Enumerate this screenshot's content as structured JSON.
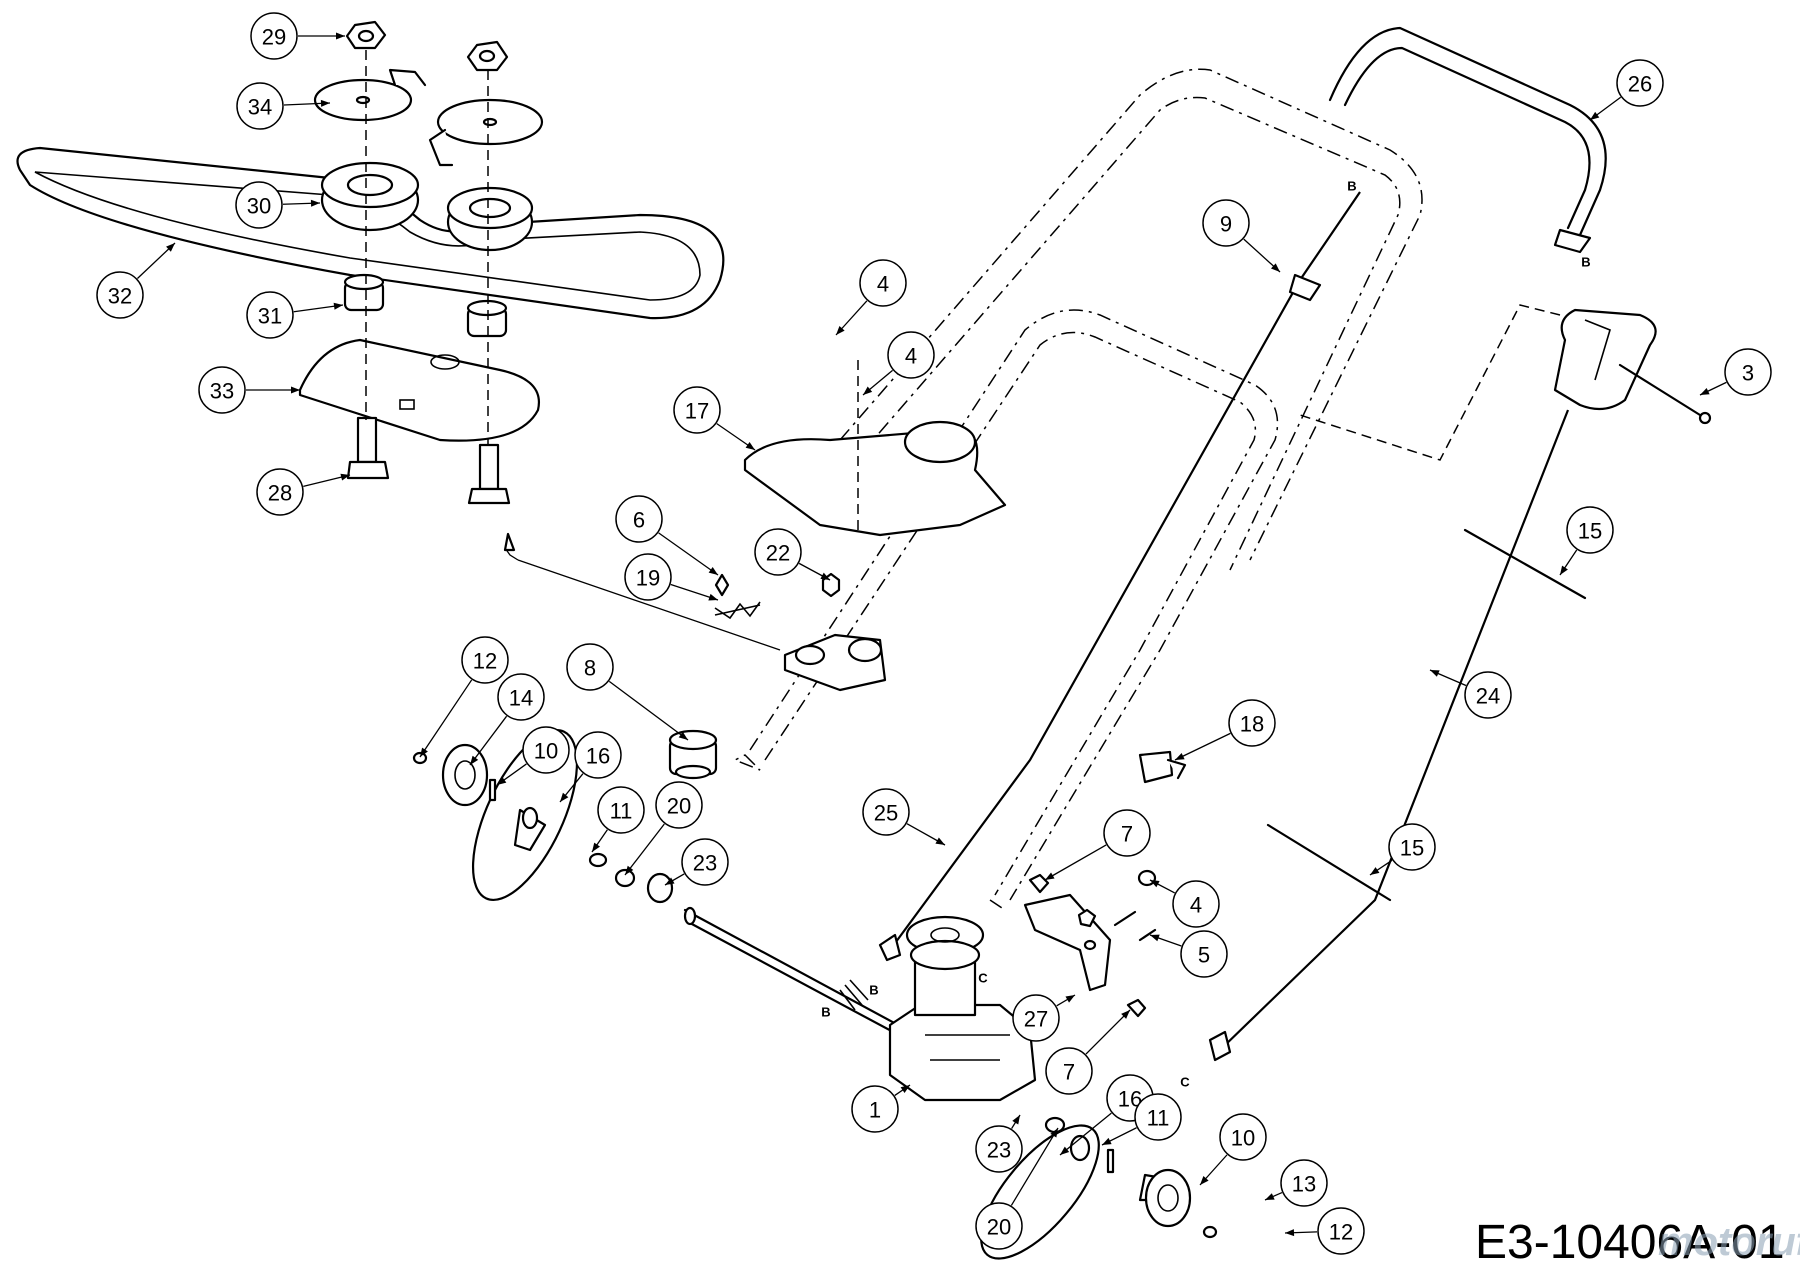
{
  "callouts": [
    {
      "n": "29"
    },
    {
      "n": "34"
    },
    {
      "n": "30"
    },
    {
      "n": "32"
    },
    {
      "n": "31"
    },
    {
      "n": "33"
    },
    {
      "n": "28"
    },
    {
      "n": "26"
    },
    {
      "n": "9"
    },
    {
      "n": "4"
    },
    {
      "n": "4"
    },
    {
      "n": "3"
    },
    {
      "n": "17"
    },
    {
      "n": "6"
    },
    {
      "n": "22"
    },
    {
      "n": "19"
    },
    {
      "n": "15"
    },
    {
      "n": "12"
    },
    {
      "n": "14"
    },
    {
      "n": "8"
    },
    {
      "n": "10"
    },
    {
      "n": "16"
    },
    {
      "n": "11"
    },
    {
      "n": "20"
    },
    {
      "n": "23"
    },
    {
      "n": "24"
    },
    {
      "n": "18"
    },
    {
      "n": "25"
    },
    {
      "n": "7"
    },
    {
      "n": "4"
    },
    {
      "n": "15"
    },
    {
      "n": "5"
    },
    {
      "n": "27"
    },
    {
      "n": "7"
    },
    {
      "n": "1"
    },
    {
      "n": "16"
    },
    {
      "n": "11"
    },
    {
      "n": "23"
    },
    {
      "n": "10"
    },
    {
      "n": "13"
    },
    {
      "n": "20"
    },
    {
      "n": "12"
    }
  ],
  "cable_markers": [
    "B",
    "B",
    "B",
    "B",
    "C",
    "C"
  ],
  "drawing_code": "E3-10406A-01",
  "watermark": "motoruf"
}
